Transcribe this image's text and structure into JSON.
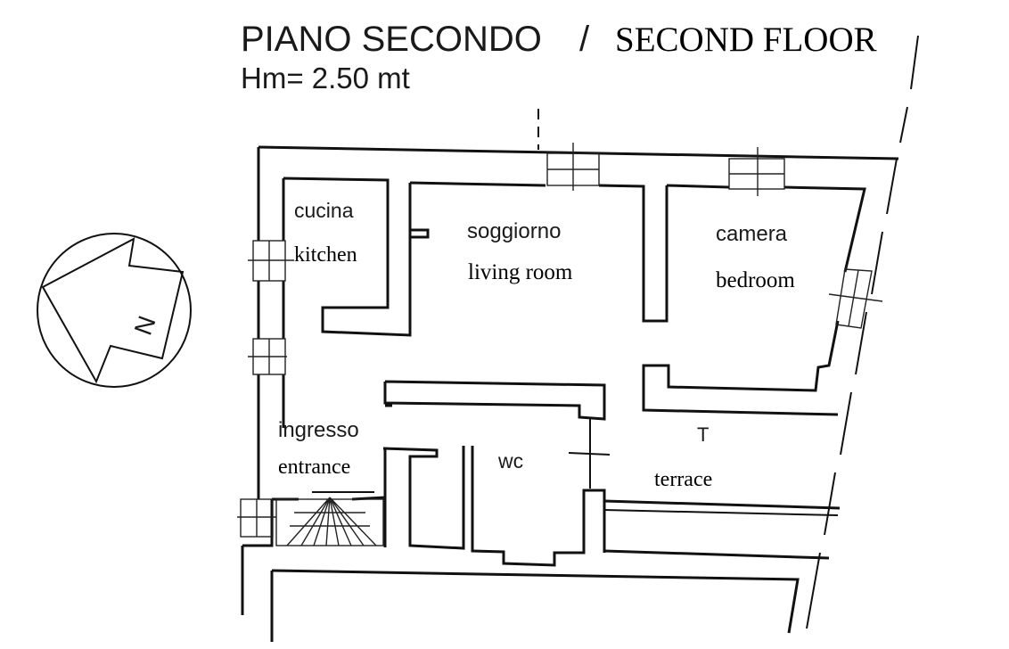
{
  "title": {
    "italian": "PIANO SECONDO",
    "separator": "/",
    "english": "SECOND FLOOR",
    "height": "Hm= 2.50 mt"
  },
  "compass": {
    "label": "N",
    "icon": "north-arrow-icon"
  },
  "rooms": {
    "kitchen": {
      "it": "cucina",
      "en": "kitchen"
    },
    "living": {
      "it": "soggiorno",
      "en": "living room"
    },
    "bedroom": {
      "it": "camera",
      "en": "bedroom"
    },
    "entrance": {
      "it": "ingresso",
      "en": "entrance"
    },
    "wc": {
      "it": "wc"
    },
    "terrace": {
      "it": "T",
      "en": "terrace"
    }
  }
}
